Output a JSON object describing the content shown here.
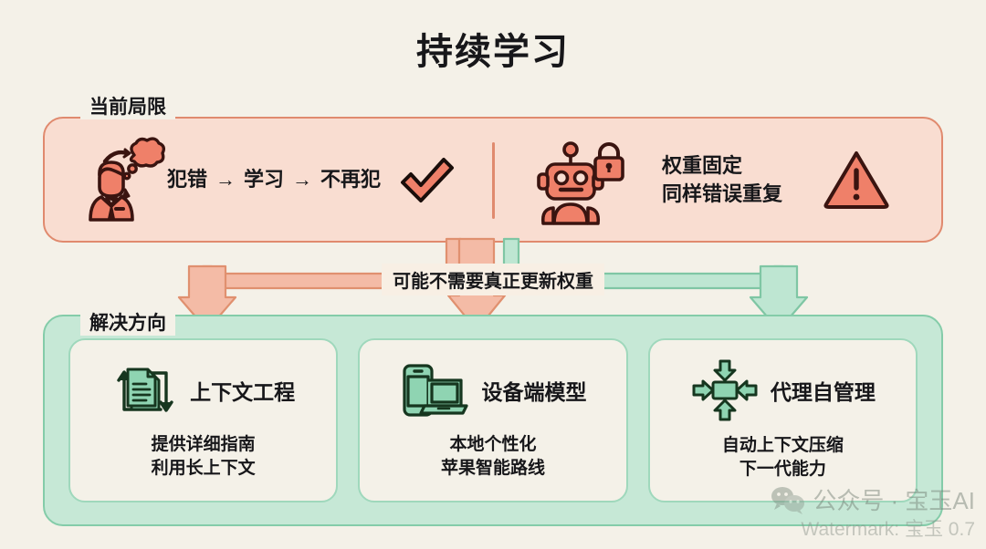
{
  "title": "持续学习",
  "colors": {
    "page_bg": "#F4F1E8",
    "limits_bg": "#F9DDD1",
    "limits_border": "#E08A6E",
    "solutions_bg": "#C6E8D6",
    "solutions_border": "#84CCA9",
    "card_bg": "#F4F1E8",
    "card_border": "#9FD8BC",
    "salmon": "#EF8069",
    "salmon_dark": "#3A1410",
    "mint": "#8FD4B2",
    "mint_dark": "#1F4A33",
    "text": "#17171a"
  },
  "limits": {
    "label": "当前局限",
    "items": [
      {
        "icon": "person-thinking-icon",
        "text": "犯错 → 学习 → 不再犯",
        "flow": [
          "犯错",
          "学习",
          "不再犯"
        ],
        "arrow": "→",
        "status_icon": "check-icon"
      },
      {
        "icon": "robot-lock-icon",
        "line1": "权重固定",
        "line2": "同样错误重复",
        "status_icon": "warning-triangle-icon"
      }
    ]
  },
  "connector": {
    "label": "可能不需要真正更新权重",
    "arrows": [
      "arrow-down-left",
      "arrow-down-center",
      "arrow-down-right"
    ]
  },
  "solutions": {
    "label": "解决方向",
    "cards": [
      {
        "icon": "documents-cycle-icon",
        "title": "上下文工程",
        "desc_line1": "提供详细指南",
        "desc_line2": "利用长上下文"
      },
      {
        "icon": "phone-laptop-icon",
        "title": "设备端模型",
        "desc_line1": "本地个性化",
        "desc_line2": "苹果智能路线"
      },
      {
        "icon": "compress-arrows-icon",
        "title": "代理自管理",
        "desc_line1": "自动上下文压缩",
        "desc_line2": "下一代能力"
      }
    ]
  },
  "watermark": {
    "icon": "wechat-icon",
    "brand": "公众号 · 宝玉AI",
    "note": "Watermark: 宝玉 0.7"
  }
}
